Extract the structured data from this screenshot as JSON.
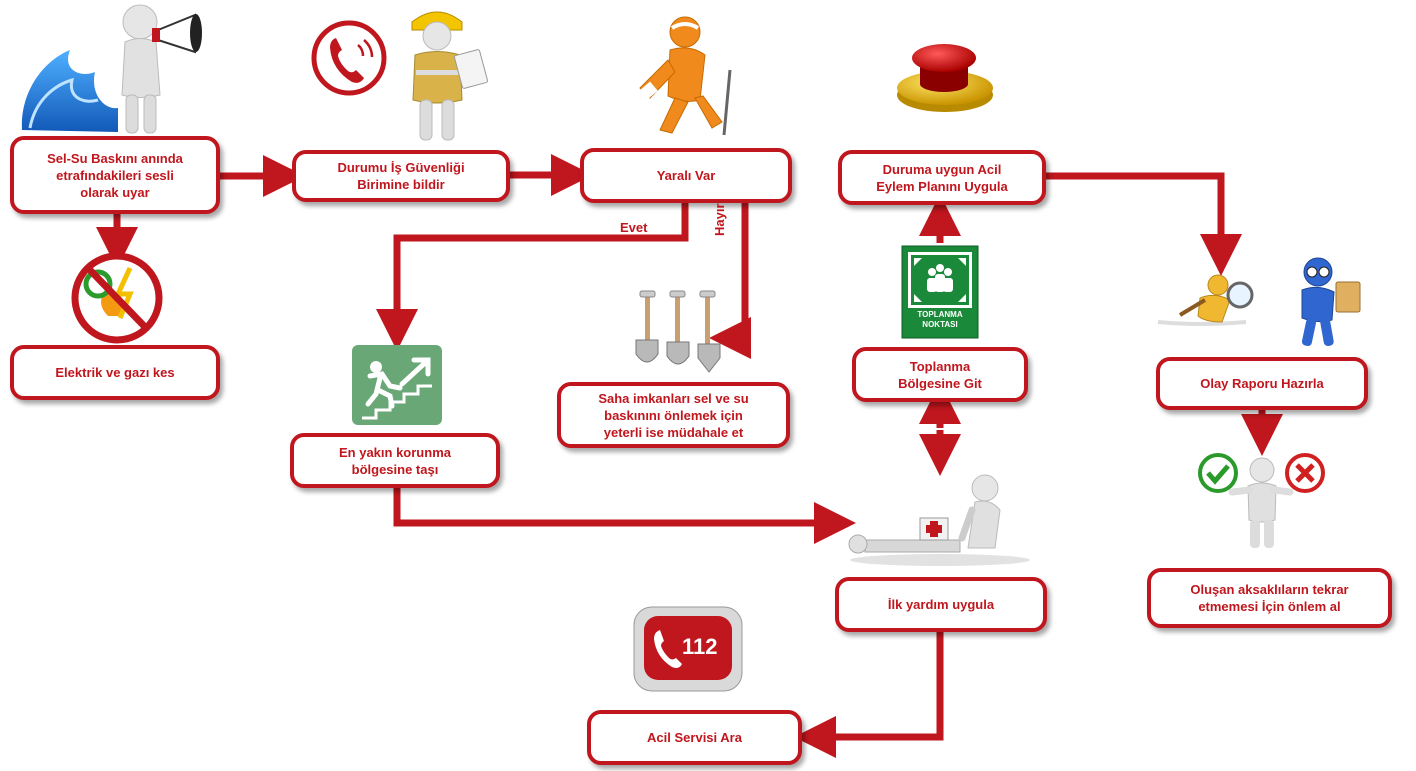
{
  "colors": {
    "accent": "#c0161d",
    "sign_green": "#1a8a3a",
    "exit_green": "#6aa776"
  },
  "steps": {
    "warn": "Sel-Su Baskını anında\netrafındakileri sesli\nolarak uyar",
    "notify": "Durumu İş Güvenliği\nBirimine bildir",
    "injured": "Yaralı Var",
    "emergency_plan": "Duruma uygun Acil\nEylem Planını Uygula",
    "cut_utilities": "Elektrik ve gazı kes",
    "protect_area": "En yakın korunma\nbölgesine taşı",
    "site_response": "Saha imkanları sel ve su\nbaskınını önlemek için\nyeterli ise müdahale et",
    "assembly": "Toplanma\nBölgesine Git",
    "incident_report": "Olay Raporu Hazırla",
    "first_aid": "İlk yardım uygula",
    "prevent": "Oluşan aksaklıların tekrar\netmemesi İçin önlem  al",
    "call_emergency": "Acil Servisi Ara"
  },
  "branch_labels": {
    "yes": "Evet",
    "no": "Hayır"
  },
  "sign_texts": {
    "assembly_sign": "TOPLANMA\nNOKTASI",
    "emergency_number": "112"
  },
  "icons": [
    "flood-wave-icon",
    "megaphone-person-icon",
    "phone-icon",
    "worker-clipboard-icon",
    "injured-person-icon",
    "emergency-stop-button-icon",
    "no-electric-gas-icon",
    "emergency-exit-sign-icon",
    "shovels-icon",
    "assembly-point-sign-icon",
    "inspector-magnifier-icon",
    "reporter-person-icon",
    "first-aid-cpr-icon",
    "check-cross-person-icon",
    "emergency-112-phone-icon"
  ]
}
